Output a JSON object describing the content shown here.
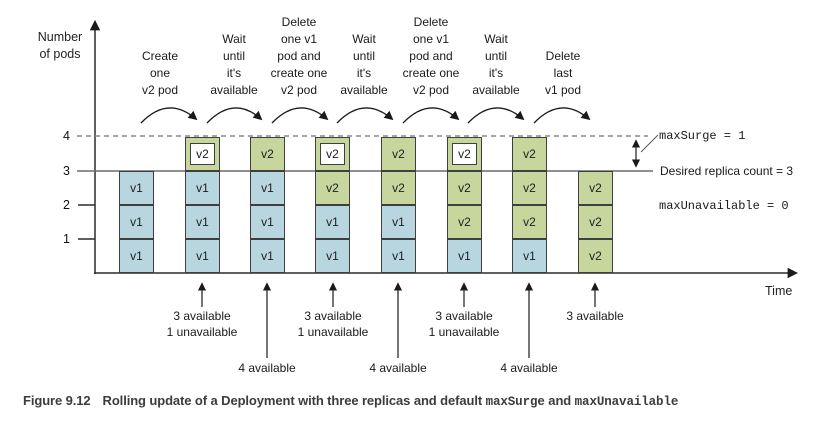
{
  "axis": {
    "y_label": "Number\nof pods",
    "x_label": "Time",
    "y_ticks": [
      "4",
      "3",
      "2",
      "1"
    ]
  },
  "annotations": {
    "top": [
      {
        "text": "Create\none\nv2 pod"
      },
      {
        "text": "Wait\nuntil\nit's\navailable"
      },
      {
        "text": "Delete\none v1\npod and\ncreate one\nv2 pod"
      },
      {
        "text": "Wait\nuntil\nit's\navailable"
      },
      {
        "text": "Delete\none v1\npod and\ncreate one\nv2 pod"
      },
      {
        "text": "Wait\nuntil\nit's\navailable"
      },
      {
        "text": "Delete\nlast\nv1 pod"
      }
    ],
    "bottom": [
      {
        "text": "3 available\n1 unavailable"
      },
      {
        "text": "4 available"
      },
      {
        "text": "3 available\n1 unavailable"
      },
      {
        "text": "4 available"
      },
      {
        "text": "3 available\n1 unavailable"
      },
      {
        "text": "4 available"
      },
      {
        "text": "3 available"
      }
    ],
    "right": {
      "max_surge": "maxSurge = 1",
      "desired_replicas": "Desired replica count = 3",
      "max_unavailable": "maxUnavailable = 0"
    }
  },
  "columns": [
    {
      "pods": [
        {
          "label": "v1",
          "state": "running"
        },
        {
          "label": "v1",
          "state": "running"
        },
        {
          "label": "v1",
          "state": "running"
        }
      ]
    },
    {
      "pods": [
        {
          "label": "v1",
          "state": "running"
        },
        {
          "label": "v1",
          "state": "running"
        },
        {
          "label": "v1",
          "state": "running"
        },
        {
          "label": "v2",
          "state": "creating"
        }
      ]
    },
    {
      "pods": [
        {
          "label": "v1",
          "state": "running"
        },
        {
          "label": "v1",
          "state": "running"
        },
        {
          "label": "v1",
          "state": "running"
        },
        {
          "label": "v2",
          "state": "running"
        }
      ]
    },
    {
      "pods": [
        {
          "label": "v1",
          "state": "running"
        },
        {
          "label": "v1",
          "state": "running"
        },
        {
          "label": "v2",
          "state": "running"
        },
        {
          "label": "v2",
          "state": "creating"
        }
      ]
    },
    {
      "pods": [
        {
          "label": "v1",
          "state": "running"
        },
        {
          "label": "v1",
          "state": "running"
        },
        {
          "label": "v2",
          "state": "running"
        },
        {
          "label": "v2",
          "state": "running"
        }
      ]
    },
    {
      "pods": [
        {
          "label": "v1",
          "state": "running"
        },
        {
          "label": "v2",
          "state": "running"
        },
        {
          "label": "v2",
          "state": "running"
        },
        {
          "label": "v2",
          "state": "creating"
        }
      ]
    },
    {
      "pods": [
        {
          "label": "v1",
          "state": "running"
        },
        {
          "label": "v2",
          "state": "running"
        },
        {
          "label": "v2",
          "state": "running"
        },
        {
          "label": "v2",
          "state": "running"
        }
      ]
    },
    {
      "pods": [
        {
          "label": "v2",
          "state": "running"
        },
        {
          "label": "v2",
          "state": "running"
        },
        {
          "label": "v2",
          "state": "running"
        }
      ]
    }
  ],
  "caption": {
    "figure_label": "Figure 9.12",
    "text": "Rolling update of a Deployment with three replicas and default ",
    "code1": "maxSurge",
    "conjunction": " and ",
    "code2": "maxUnavailable"
  },
  "colors": {
    "v1_pod": "#b8d6df",
    "v2_pod": "#c6d69c",
    "pod_border": "#3f3f3f",
    "creating_pod_inner": "#ffffff",
    "dashed_line": "#8a8a8a",
    "solid_line": "#6b6b6b",
    "arrow": "#1a1a1a"
  }
}
